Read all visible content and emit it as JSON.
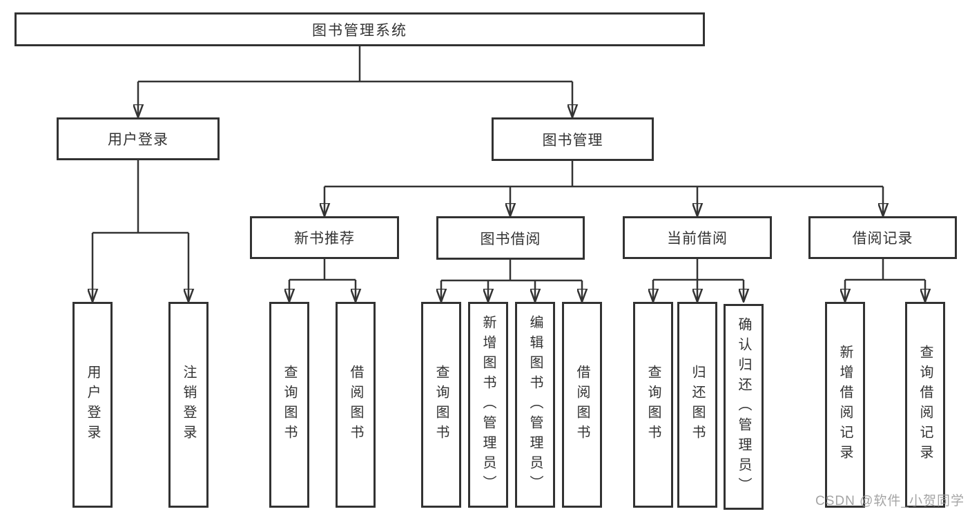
{
  "diagram": {
    "root": {
      "label": "图书管理系统"
    },
    "level2": {
      "user_login": {
        "label": "用户登录"
      },
      "book_management": {
        "label": "图书管理"
      }
    },
    "level3": {
      "new_book_recommend": {
        "label": "新书推荐"
      },
      "book_borrowing": {
        "label": "图书借阅"
      },
      "current_borrowing": {
        "label": "当前借阅"
      },
      "borrowing_records": {
        "label": "借阅记录"
      }
    },
    "leaves": {
      "user_login": {
        "label": "用户登录"
      },
      "logout": {
        "label": "注销登录"
      },
      "recommend_query_books": {
        "label": "查询图书"
      },
      "recommend_borrow_books": {
        "label": "借阅图书"
      },
      "borrowing_query_books": {
        "label": "查询图书"
      },
      "borrowing_add_books": {
        "label": "新增图书（管理员）"
      },
      "borrowing_edit_books": {
        "label": "编辑图书（管理员）"
      },
      "borrowing_borrow_books": {
        "label": "借阅图书"
      },
      "current_query_books": {
        "label": "查询图书"
      },
      "current_return_books": {
        "label": "归还图书"
      },
      "current_confirm_return": {
        "label": "确认归还（管理员）"
      },
      "records_add_record": {
        "label": "新增借阅记录"
      },
      "records_query_record": {
        "label": "查询借阅记录"
      }
    }
  },
  "watermark": {
    "text": "CSDN @软件_小贺同学"
  },
  "colors": {
    "line": "#333333",
    "border": "#323232",
    "text": "#333333",
    "background": "#ffffff",
    "watermark": "#9b9b9b"
  }
}
